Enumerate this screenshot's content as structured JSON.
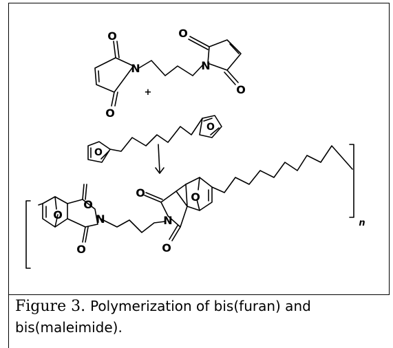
{
  "scheme": {
    "atom_o": "O",
    "atom_n": "N",
    "plus": "+",
    "repeat_unit": "n"
  },
  "caption": {
    "label": "Figure 3.",
    "text": "Polymerization of bis(furan) and bis(maleimide)."
  }
}
